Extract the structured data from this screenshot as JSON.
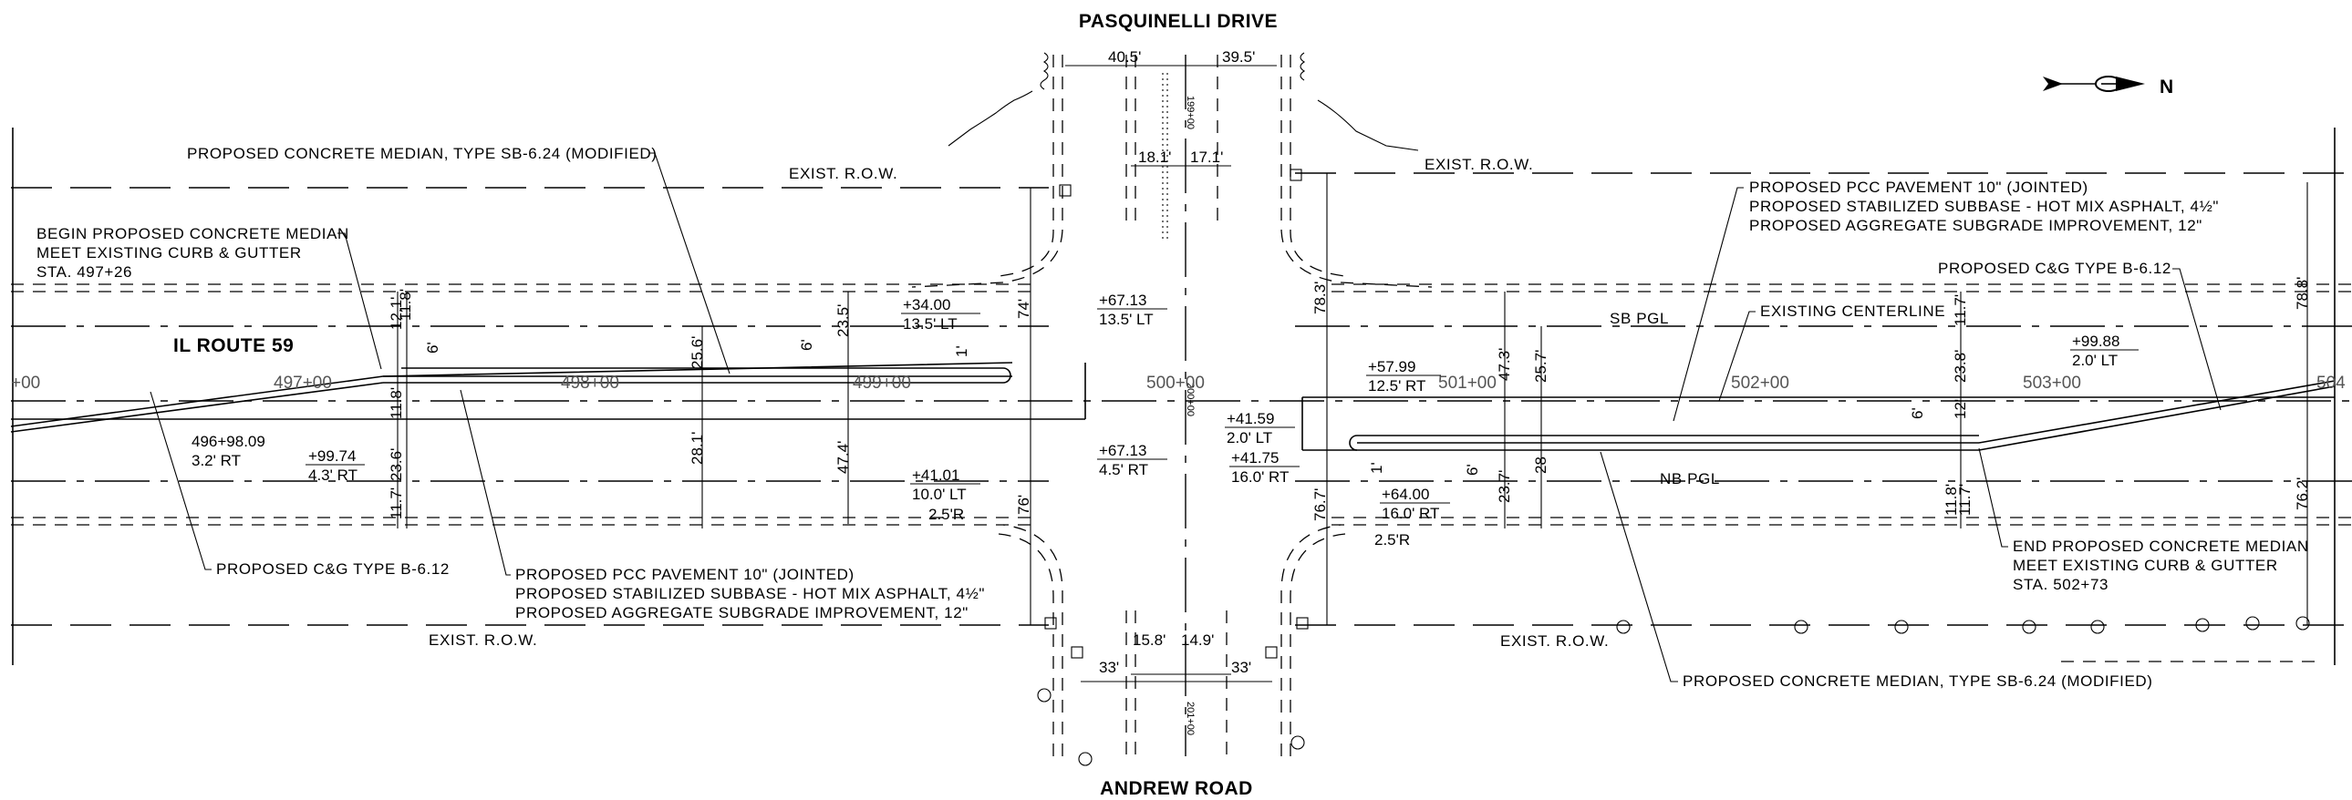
{
  "roads": {
    "north": "PASQUINELLI DRIVE",
    "south": "ANDREW   ROAD",
    "route": "IL ROUTE 59"
  },
  "north_arrow": {
    "letter": "N"
  },
  "row_labels": {
    "left_top": "EXIST. R.O.W.",
    "right_top": "EXIST. R.O.W.",
    "left_bottom": "EXIST. R.O.W.",
    "right_bottom": "EXIST. R.O.W."
  },
  "pgl": {
    "sb": "SB PGL",
    "nb": "NB PGL"
  },
  "stations": [
    "+00",
    "497+00",
    "498+00",
    "499+00",
    "500+00",
    "501+00",
    "502+00",
    "503+00",
    "504"
  ],
  "cross_stations": {
    "top": "199+00",
    "mid": "200+00",
    "bottom": "201+00"
  },
  "callouts": {
    "median_left": "PROPOSED CONCRETE MEDIAN, TYPE SB-6.24 (MODIFIED)",
    "begin_median": [
      "BEGIN PROPOSED CONCRETE MEDIAN",
      "MEET EXISTING CURB & GUTTER",
      "STA. 497+26"
    ],
    "cg_left": "PROPOSED C&G TYPE B-6.12",
    "pavement_left": [
      "PROPOSED PCC PAVEMENT 10\" (JOINTED)",
      "PROPOSED STABILIZED SUBBASE - HOT MIX ASPHALT, 4½\"",
      "PROPOSED AGGREGATE SUBGRADE IMPROVEMENT, 12\""
    ],
    "pavement_right": [
      "PROPOSED PCC PAVEMENT 10\" (JOINTED)",
      "PROPOSED STABILIZED SUBBASE - HOT MIX ASPHALT, 4½\"",
      "PROPOSED AGGREGATE SUBGRADE IMPROVEMENT, 12\""
    ],
    "cg_right": "PROPOSED C&G TYPE B-6.12",
    "existing_cl": "EXISTING CENTERLINE",
    "end_median": [
      "END PROPOSED CONCRETE MEDIAN",
      "MEET EXISTING CURB & GUTTER",
      "STA. 502+73"
    ],
    "median_right": "PROPOSED CONCRETE MEDIAN, TYPE SB-6.24 (MODIFIED)"
  },
  "offsets": {
    "a": [
      "496+98.09",
      "3.2' RT"
    ],
    "b": [
      "+99.74",
      "4.3' RT"
    ],
    "c": [
      "+34.00",
      "13.5' LT"
    ],
    "d": [
      "+67.13",
      "13.5' LT"
    ],
    "e": [
      "+41.01",
      "10.0' LT"
    ],
    "e_radius": "2.5'R",
    "f": [
      "+67.13",
      "4.5' RT"
    ],
    "g": [
      "+57.99",
      "12.5' RT"
    ],
    "h": [
      "+41.59",
      "2.0' LT"
    ],
    "i": [
      "+41.75",
      "16.0' RT"
    ],
    "j": [
      "+64.00",
      "16.0' RT"
    ],
    "j_radius": "2.5'R",
    "k": [
      "+99.88",
      "2.0' LT"
    ]
  },
  "dims": {
    "top_left_w": "40.5'",
    "top_right_w": "39.5'",
    "top_lane_l": "18.1'",
    "top_lane_r": "17.1'",
    "bot_lane_l": "15.8'",
    "bot_lane_r": "14.9'",
    "bot_l": "33'",
    "bot_r": "33'",
    "l_12_1": "12.1'",
    "l_11_8a": "11.8'",
    "l_11_8b": "11.8'",
    "l_23_6": "23.6'",
    "l_11_7": "11.7'",
    "l_6a": "6'",
    "l_25_6": "25.6'",
    "l_28_1": "28.1'",
    "l_23_5": "23.5'",
    "l_6b": "6'",
    "l_47_4": "47.4'",
    "l_1": "1'",
    "l_74": "74'",
    "l_76": "76'",
    "r_78_3": "78.3'",
    "r_76_7": "76.7'",
    "r_47_3": "47.3'",
    "r_25_7": "25.7'",
    "r_6": "6'",
    "r_1": "1'",
    "r_28": "28",
    "r_23_7": "23.7'",
    "r_11_7a": "11.7'",
    "r_23_8": "23.8'",
    "r_12": "12'",
    "r_11_8": "11.8'",
    "r_11_7b": "11.7'",
    "r_6b": "6'",
    "r_78_8": "78.8'",
    "r_76_2": "76.2'"
  }
}
